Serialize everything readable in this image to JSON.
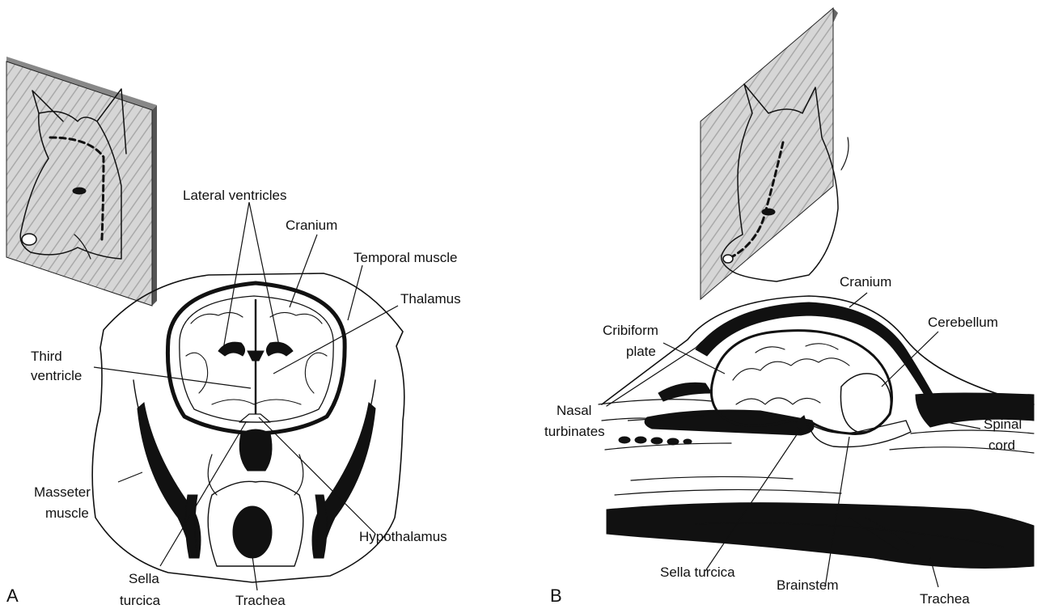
{
  "panels": {
    "a": {
      "letter": "A"
    },
    "b": {
      "letter": "B"
    }
  },
  "labels": {
    "a": {
      "lateral_ventricles": "Lateral ventricles",
      "cranium": "Cranium",
      "temporal_muscle": "Temporal muscle",
      "thalamus": "Thalamus",
      "third_ventricle_1": "Third",
      "third_ventricle_2": "ventricle",
      "masseter_1": "Masseter",
      "masseter_2": "muscle",
      "hypothalamus": "Hypothalamus",
      "sella_1": "Sella",
      "sella_2": "turcica",
      "trachea": "Trachea"
    },
    "b": {
      "cranium": "Cranium",
      "cerebellum": "Cerebellum",
      "cribiform_1": "Cribiform",
      "cribiform_2": "plate",
      "nasal_1": "Nasal",
      "nasal_2": "turbinates",
      "spinal_1": "Spinal",
      "spinal_2": "cord",
      "sella": "Sella turcica",
      "brainstem": "Brainstem",
      "trachea": "Trachea"
    }
  },
  "colors": {
    "ink": "#111111",
    "plane": "#bdbdbd"
  }
}
